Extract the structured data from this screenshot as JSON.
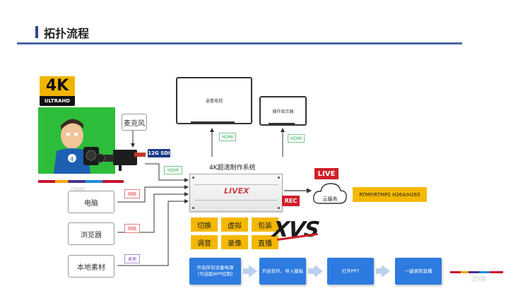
{
  "title": "拓扑流程",
  "sources": {
    "badge_4k": "4K",
    "badge_uhd": "ULTRAHD",
    "mic": "麦克风",
    "sdi_badge": "12G SDI",
    "hdmi": "HDMI",
    "computer": "电脑",
    "browser": "浏览器",
    "local_media": "本地素材",
    "network1": "网络",
    "network2": "网络",
    "local": "本地"
  },
  "outputs": {
    "tv": "返看电视",
    "operator_display": "操作显示器",
    "hdmi1": "HDMI",
    "hdmi2": "HDMI"
  },
  "system": {
    "label": "4K超清制作系统",
    "device_logo": "LIVEX"
  },
  "live": {
    "live_badge": "LIVE",
    "rec_badge": "REC",
    "cloud": "云服务",
    "protocol": "RTMP/RTMPS H264/H265"
  },
  "functions": [
    "切换",
    "虚拟",
    "包装",
    "调音",
    "录像",
    "直播"
  ],
  "brand": {
    "logo": "XVS",
    "corner_logo": "XVS"
  },
  "flow_steps": [
    "开启所有设备电源\n(可选配APP控制)",
    "开启软件、导入模板",
    "打开PPT",
    "一键录制直播"
  ],
  "colors": {
    "accent_blue": "#2d7be0",
    "title_blue": "#2b4a8b",
    "func_yellow": "#f5b800",
    "live_red": "#d0202a",
    "greenscreen": "#2ebd3a"
  }
}
